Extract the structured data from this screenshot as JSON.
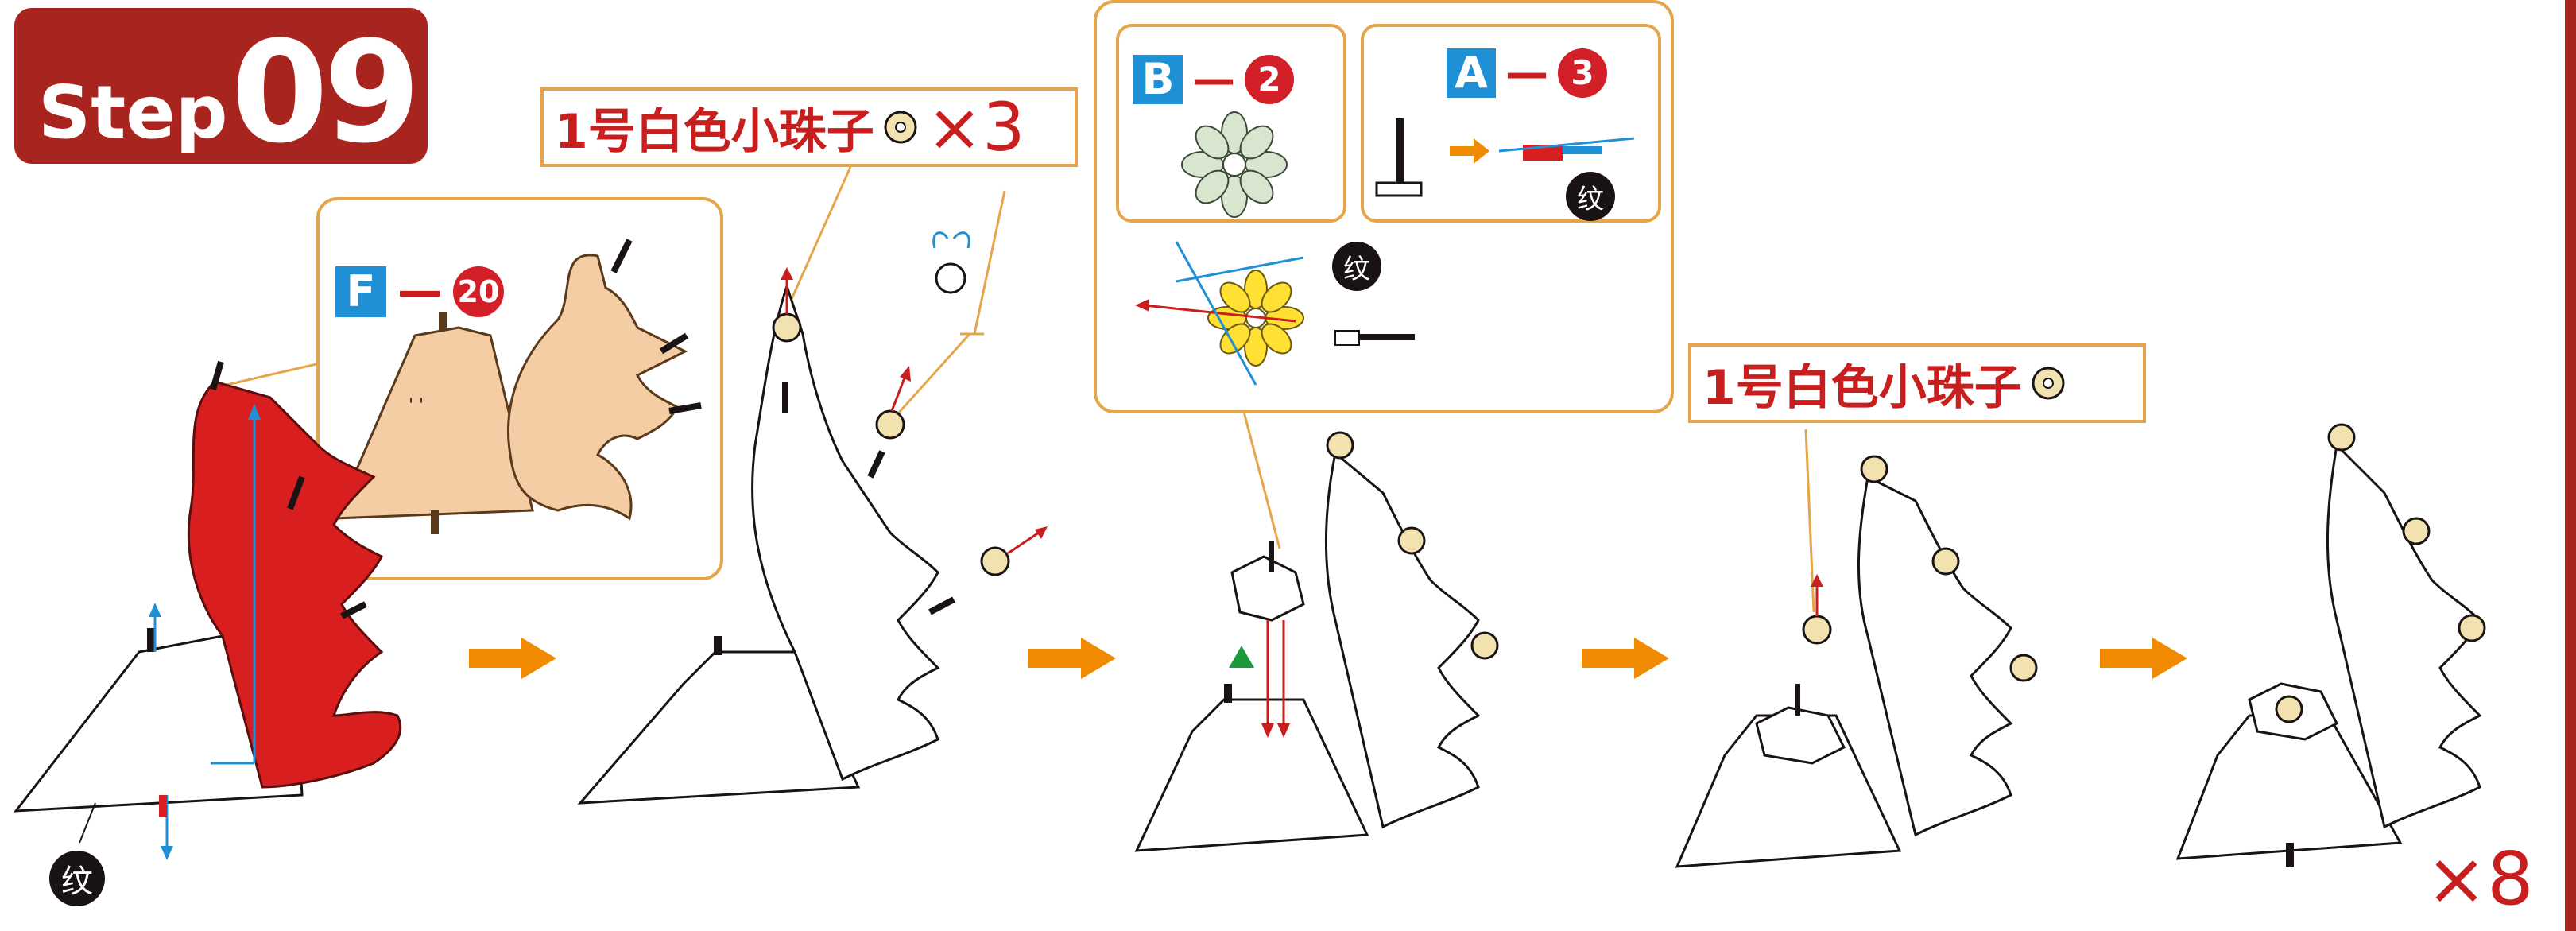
{
  "step": {
    "word": "Step",
    "number": "09"
  },
  "callouts": {
    "part_f": {
      "letter": "F",
      "dash": "—",
      "number": "20"
    },
    "part_b": {
      "letter": "B",
      "dash": "—",
      "number": "2"
    },
    "part_a": {
      "letter": "A",
      "dash": "—",
      "number": "3"
    },
    "bead_label_1": {
      "text": "1号白色小珠子",
      "multiplier": "×3"
    },
    "bead_label_2": {
      "text": "1号白色小珠子"
    }
  },
  "crease_marks": {
    "label": "纹"
  },
  "footer": {
    "repeat": "×8"
  },
  "colors": {
    "brand_red": "#a8251f",
    "callout_orange": "#e5a64a",
    "part_blue": "#1f8fd6",
    "part_red": "#d31f27",
    "flow_arrow": "#f08a00",
    "bead": "#f2e2b0",
    "part_skin": "#f4cda4",
    "piece_red": "#d81e1e",
    "flower_yellow": "#ffe033"
  },
  "icons": [
    "flow-arrow-icon",
    "bead-icon",
    "crease-mark-icon",
    "green-triangle-icon"
  ]
}
